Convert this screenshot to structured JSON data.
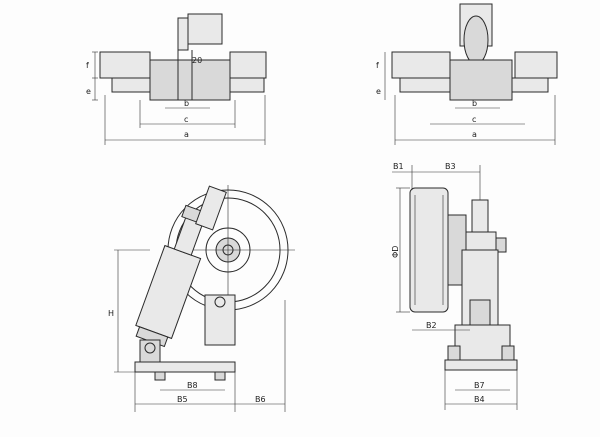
{
  "drawing": {
    "views": [
      {
        "name": "top-view-left",
        "labels": {
          "f": "f",
          "e": "e",
          "b": "b",
          "c": "c",
          "a": "a",
          "dim20": "20"
        }
      },
      {
        "name": "top-view-right",
        "labels": {
          "f": "f",
          "e": "e",
          "b": "b",
          "c": "c",
          "a": "a"
        }
      },
      {
        "name": "front-view",
        "labels": {
          "H": "H",
          "B8": "B8",
          "B5": "B5",
          "B6": "B6"
        }
      },
      {
        "name": "side-view",
        "labels": {
          "B1": "B1",
          "B3": "B3",
          "D": "ΦD",
          "B2": "B2",
          "B7": "B7",
          "B4": "B4"
        }
      }
    ]
  }
}
